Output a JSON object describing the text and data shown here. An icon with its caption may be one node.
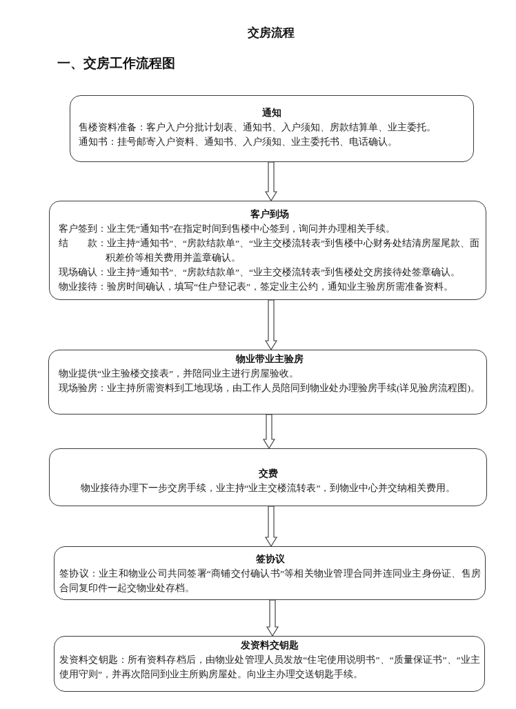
{
  "diagram": {
    "title": "交房流程",
    "nodes": [
      {
        "text": [
          "通知",
          "售楼资料准备：客户入户分批计划表、通知书、入户须知、房款结算单、业主委托。",
          "通知书：挂号邮寄入户资料、通知书、入户须知、业主委托书、电话确认。"
        ]
      },
      {
        "text": [
          "客户到场",
          "客户签到：业主凭“通知书”在指定时间到售楼中心签到，询问并办理相关手续。",
          "结　　款：业主持“通知书”、“房款结款单”、“业主交楼流转表”到售楼中心财务处结清房屋尾款、面积差价等相关费用并盖章确认。",
          "现场确认：业主持“通知书”、“房款结款单”、“业主交楼流转表”到售楼处交房接待处签章确认。",
          "物业接待：验房时间确认，填写“住户登记表”，签定业主公约，通知业主验房所需准备资料。"
        ]
      },
      {
        "text": [
          "物业带业主验房",
          "物业提供“业主验楼交接表”，并陪同业主进行房屋验收。",
          "现场验房：业主持所需资料到工地现场，由工作人员陪同到物业处办理验房手续(详见验房流程图)。"
        ]
      },
      {
        "text": [
          "交费",
          "物业接待办理下一步交房手续，业主持“业主交楼流转表”，到物业中心并交纳相关费用。"
        ]
      },
      {
        "text": [
          "签协议",
          "签协议：业主和物业公司共同签署“商铺交付确认书”等相关物业管理合同并连同业主身份证、售房合同复印件一起交物业处存档。"
        ]
      },
      {
        "text": [
          "发资料交钥匙",
          "发资料交钥匙：所有资料存档后，由物业处管理人员发放“住宅使用说明书”、“质量保证书”、“业主使用守则”，并再次陪同到业主所购房屋处。向业主办理交送钥匙手续。"
        ]
      }
    ],
    "edges": [
      {
        "from": 0,
        "to": 1,
        "arrow": "to"
      },
      {
        "from": 1,
        "to": 2,
        "arrow": "to"
      },
      {
        "from": 2,
        "to": 3,
        "arrow": "to"
      },
      {
        "from": 3,
        "to": 4,
        "arrow": "to"
      },
      {
        "from": 4,
        "to": 5,
        "arrow": "to"
      }
    ],
    "labels": [
      "一、交房工作流程图"
    ]
  }
}
